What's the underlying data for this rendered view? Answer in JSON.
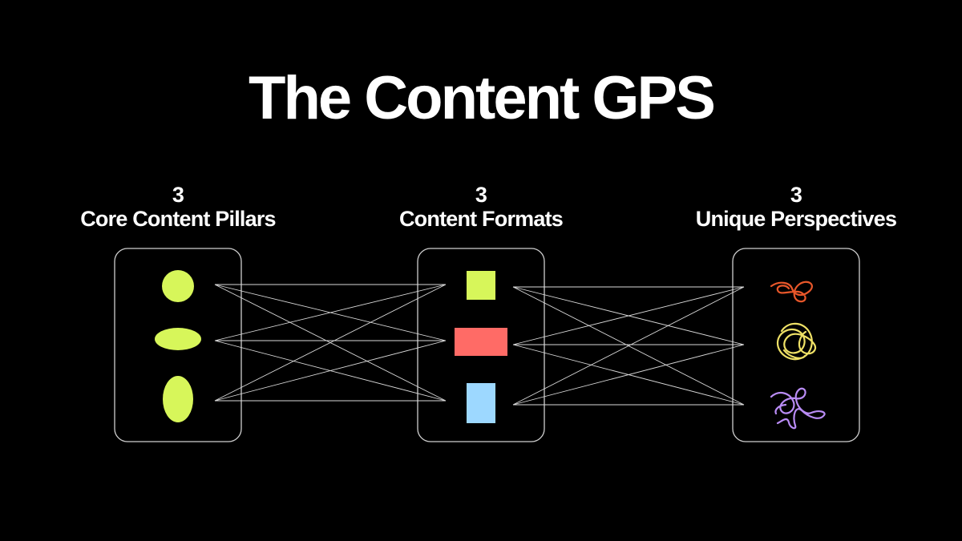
{
  "title": "The Content GPS",
  "columns": [
    {
      "count": "3",
      "label": "Core Content Pillars"
    },
    {
      "count": "3",
      "label": "Content Formats"
    },
    {
      "count": "3",
      "label": "Unique Perspectives"
    }
  ],
  "colors": {
    "background": "#000000",
    "text": "#ffffff",
    "box_border": "#cfcfcf",
    "connector": "#d9d9d9",
    "pillar_green": "#d7f65a",
    "format_green": "#d7f65a",
    "format_red": "#ff6b66",
    "format_blue": "#9dd8ff",
    "scribble_orange": "#e8572a",
    "scribble_yellow": "#efe166",
    "scribble_purple": "#b98cf5"
  },
  "icons": {
    "pillars": [
      "circle-shape",
      "flat-ellipse-shape",
      "tall-ellipse-shape"
    ],
    "formats": [
      "small-square-shape",
      "wide-rectangle-shape",
      "tall-rectangle-shape"
    ],
    "perspectives": [
      "orange-scribble-icon",
      "yellow-scribble-icon",
      "purple-scribble-icon"
    ]
  }
}
